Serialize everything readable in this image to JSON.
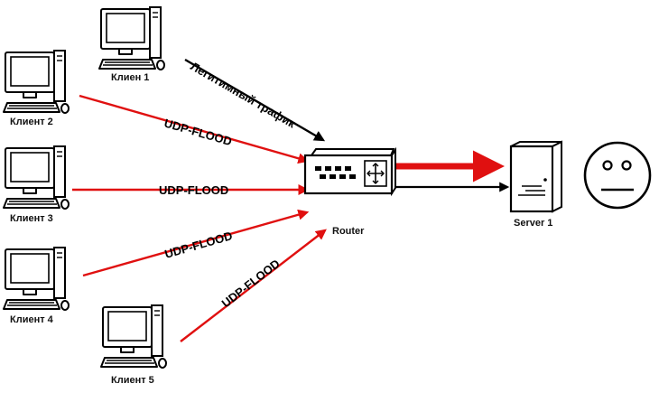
{
  "nodes": {
    "client1": {
      "label": "Клиен 1"
    },
    "client2": {
      "label": "Клиент 2"
    },
    "client3": {
      "label": "Клиент 3"
    },
    "client4": {
      "label": "Клиент 4"
    },
    "client5": {
      "label": "Клиент 5"
    },
    "router": {
      "label": "Router"
    },
    "server": {
      "label": "Server 1"
    }
  },
  "edges": {
    "legit": {
      "label": "Легитимный трафик",
      "color": "#000000"
    },
    "flood2": {
      "label": "UDP-FLOOD",
      "color": "#e01010"
    },
    "flood3": {
      "label": "UDP-FLOOD",
      "color": "#e01010"
    },
    "flood4": {
      "label": "UDP-FLOOD",
      "color": "#e01010"
    },
    "flood5": {
      "label": "UDP-FLOOD",
      "color": "#e01010"
    }
  },
  "icons": {
    "client": "desktop-computer-icon",
    "router": "network-router-icon",
    "server": "server-tower-icon",
    "user": "neutral-face-icon"
  },
  "colors": {
    "attack": "#e01010",
    "legit": "#000000"
  }
}
